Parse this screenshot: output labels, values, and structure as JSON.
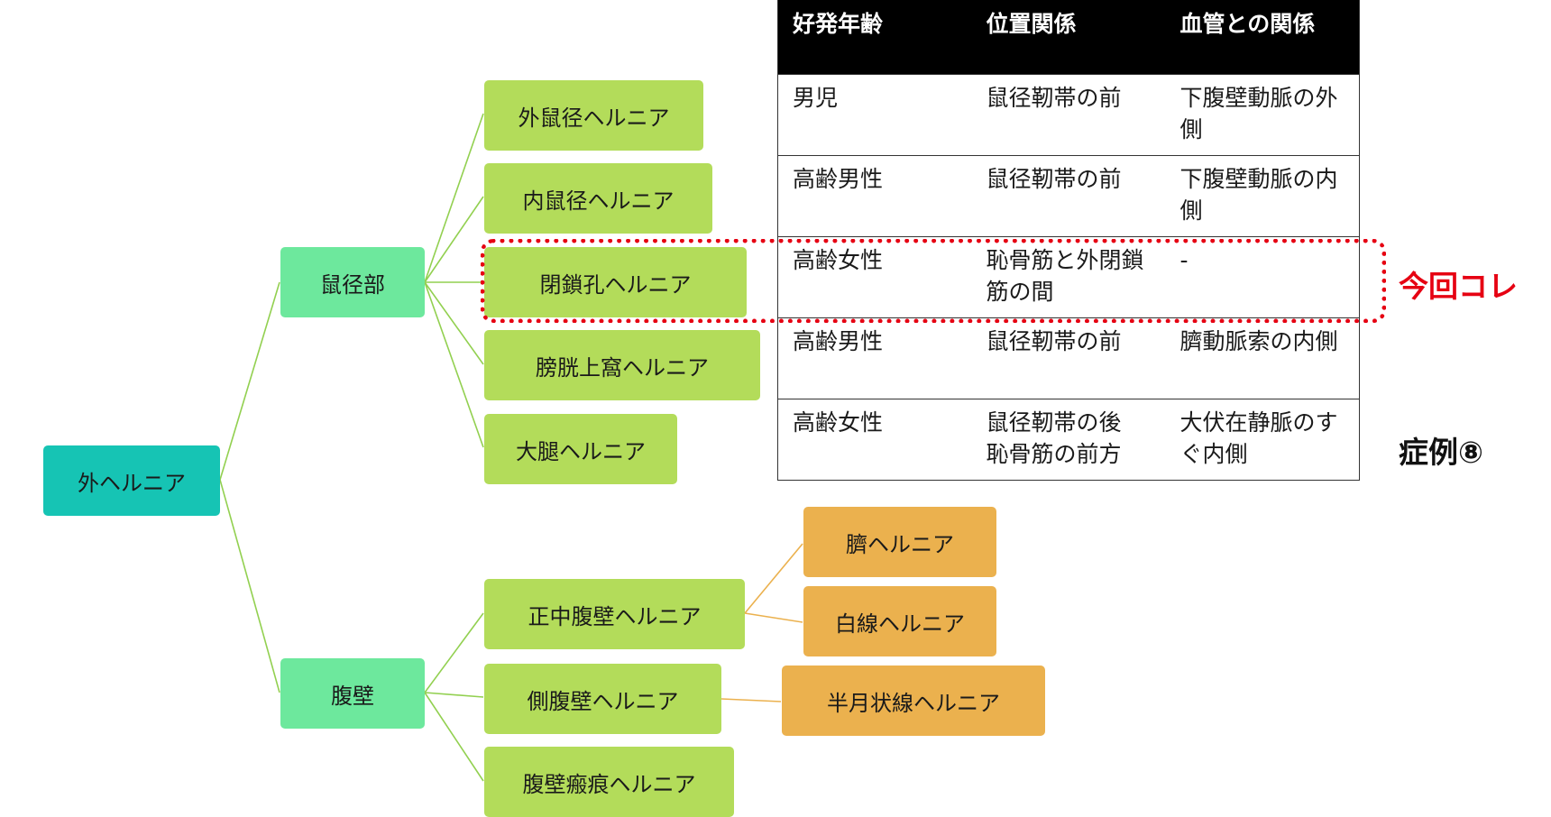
{
  "diagram": {
    "root": "外ヘルニア",
    "groin": {
      "label": "鼠径部",
      "children": [
        "外鼠径ヘルニア",
        "内鼠径ヘルニア",
        "閉鎖孔ヘルニア",
        "膀胱上窩ヘルニア",
        "大腿ヘルニア"
      ]
    },
    "abdominal_wall": {
      "label": "腹壁",
      "children": [
        "正中腹壁ヘルニア",
        "側腹壁ヘルニア",
        "腹壁瘢痕ヘルニア"
      ],
      "median_children": [
        "臍ヘルニア",
        "白線ヘルニア"
      ],
      "lateral_children": [
        "半月状線ヘルニア"
      ]
    },
    "colors": {
      "root": "#16c4b4",
      "level1": "#6de89d",
      "level2": "#b3dc5a",
      "level3": "#ebb14e",
      "line_green": "#92d050",
      "line_orange": "#ebb14e"
    }
  },
  "table": {
    "headers": [
      "好発年齢",
      "位置関係",
      "血管との関係"
    ],
    "rows": [
      [
        "男児",
        "鼠径靭帯の前",
        "下腹壁動脈の外側"
      ],
      [
        "高齢男性",
        "鼠径靭帯の前",
        "下腹壁動脈の内側"
      ],
      [
        "高齢女性",
        "恥骨筋と外閉鎖筋の間",
        "-"
      ],
      [
        "高齢男性",
        "鼠径靭帯の前",
        "臍動脈索の内側"
      ],
      [
        "高齢女性",
        "鼠径靭帯の後\n恥骨筋の前方",
        "大伏在静脈のすぐ内側"
      ]
    ]
  },
  "annotations": {
    "current": "今回コレ",
    "current_color": "#e60012",
    "case": "症例⑧"
  }
}
